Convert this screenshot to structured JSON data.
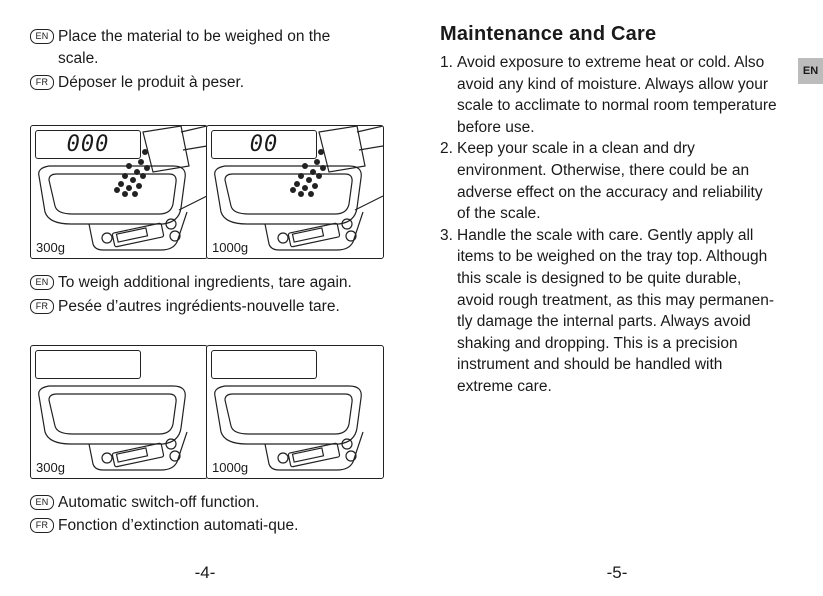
{
  "left_page": {
    "step1": {
      "en_badge": "EN",
      "en_line1": "Place the material to be weighed on the",
      "en_line2": "scale.",
      "fr_badge": "FR",
      "fr_text": "Déposer le produit à peser."
    },
    "panels_top": [
      {
        "display": "000",
        "weight": "300g"
      },
      {
        "display": "00",
        "weight": "1000g"
      }
    ],
    "step2": {
      "en_badge": "EN",
      "en_text": "To weigh additional ingredients, tare again.",
      "fr_badge": "FR",
      "fr_text": "Pesée d’autres ingrédients-nouvelle tare."
    },
    "panels_bottom": [
      {
        "display": "",
        "weight": "300g"
      },
      {
        "display": "",
        "weight": "1000g"
      }
    ],
    "step3": {
      "en_badge": "EN",
      "en_text": "Automatic switch-off function.",
      "fr_badge": "FR",
      "fr_text": "Fonction d’extinction automati-que."
    },
    "page_number": "-4-"
  },
  "right_page": {
    "title": "Maintenance and Care",
    "lang_tab": "EN",
    "items": [
      {
        "number": "1.",
        "lines": [
          "Avoid exposure to extreme heat or cold. Also",
          "avoid any kind of moisture. Always allow your",
          "scale to acclimate to normal room temperature",
          "before use."
        ]
      },
      {
        "number": "2.",
        "lines": [
          "Keep your scale in a clean and dry",
          "environment. Otherwise, there could be an",
          "adverse effect on the accuracy and reliability",
          "of the scale."
        ]
      },
      {
        "number": "3.",
        "lines": [
          "Handle the scale with care. Gently apply all",
          "items to be weighed on the tray top. Although",
          "this scale is designed to be quite durable,",
          "avoid rough treatment, as this may permanen-",
          "tly damage the internal parts. Always avoid",
          "shaking and dropping. This is a precision",
          "instrument and should be handled with",
          "extreme care."
        ]
      }
    ],
    "page_number": "-5-"
  },
  "colors": {
    "ink": "#1a1a1a",
    "tab_gray": "#bcbcbc"
  },
  "icons": [
    "scale-illustration",
    "hand-pouring-icon",
    "granules-icon"
  ]
}
